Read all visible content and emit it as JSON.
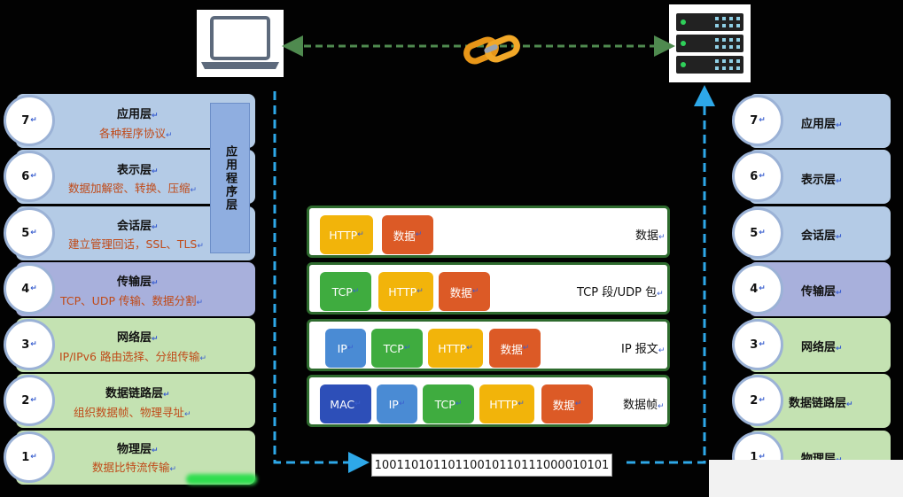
{
  "left_layers": [
    {
      "num": "7",
      "name": "应用层",
      "desc": "各种程序协议",
      "color": "blue"
    },
    {
      "num": "6",
      "name": "表示层",
      "desc": "数据加解密、转换、压缩",
      "color": "blue"
    },
    {
      "num": "5",
      "name": "会话层",
      "desc": "建立管理回话，SSL、TLS",
      "color": "blue"
    },
    {
      "num": "4",
      "name": "传输层",
      "desc": "TCP、UDP 传输、数据分割",
      "color": "purple"
    },
    {
      "num": "3",
      "name": "网络层",
      "desc": "IP/IPv6 路由选择、分组传输",
      "color": "green"
    },
    {
      "num": "2",
      "name": "数据链路层",
      "desc": "组织数据帧、物理寻址",
      "color": "green"
    },
    {
      "num": "1",
      "name": "物理层",
      "desc": "数据比特流传输",
      "color": "green"
    }
  ],
  "app_group_label": "应用程序层",
  "right_layers": [
    {
      "num": "7",
      "name": "应用层"
    },
    {
      "num": "6",
      "name": "表示层"
    },
    {
      "num": "5",
      "name": "会话层"
    },
    {
      "num": "4",
      "name": "传输层"
    },
    {
      "num": "3",
      "name": "网络层"
    },
    {
      "num": "2",
      "name": "数据链路层"
    },
    {
      "num": "1",
      "name": "物理层"
    }
  ],
  "encapsulation": [
    {
      "chips": [
        "HTTP",
        "数据"
      ],
      "label": "数据"
    },
    {
      "chips": [
        "TCP",
        "HTTP",
        "数据"
      ],
      "label": "TCP 段/UDP 包"
    },
    {
      "chips": [
        "IP",
        "TCP",
        "HTTP",
        "数据"
      ],
      "label": "IP 报文"
    },
    {
      "chips": [
        "MAC",
        "IP",
        "TCP",
        "HTTP",
        "数据"
      ],
      "label": "数据帧"
    }
  ],
  "bitstream": "10011010110110010110111000010101",
  "return_mark": "↵",
  "colors": {
    "http": "#f2b40a",
    "data": "#dc5a26",
    "tcp": "#3fac3f",
    "ip": "#4a8bd4",
    "mac": "#2d4fb8",
    "flow_arrow": "#2ea8e8",
    "link_arrow": "#4f8a4f"
  },
  "icons": [
    "laptop-icon",
    "server-icon",
    "chain-link-icon"
  ]
}
